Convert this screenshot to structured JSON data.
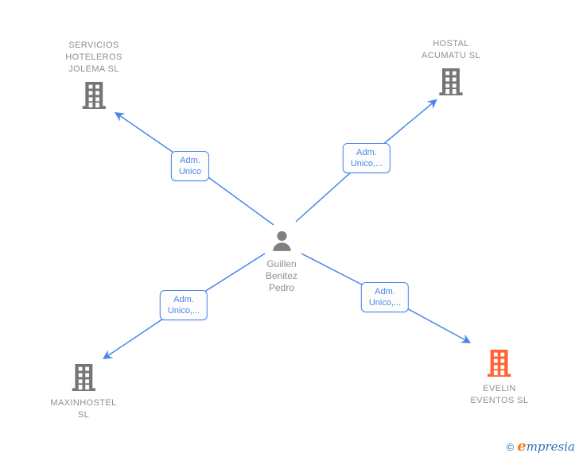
{
  "colors": {
    "accent_blue": "#4a86e8",
    "node_text_gray": "#8f8f8f",
    "building_icon_gray": "#757575",
    "highlight_building_orange": "#ff6233",
    "logo_blue": "#2a72b5",
    "logo_orange": "#f47c20",
    "background": "#ffffff"
  },
  "center_person": {
    "name": "Guillen Benitez Pedro",
    "lines": [
      "Guillen",
      "Benitez",
      "Pedro"
    ]
  },
  "companies": {
    "top_left": {
      "name": "SERVICIOS HOTELEROS JOLEMA SL",
      "lines": [
        "SERVICIOS",
        "HOTELEROS",
        "JOLEMA SL"
      ]
    },
    "top_right": {
      "name": "HOSTAL ACUMATU SL",
      "lines": [
        "HOSTAL",
        "ACUMATU SL"
      ]
    },
    "bottom_left": {
      "name": "MAXINHOSTEL SL",
      "lines": [
        "MAXINHOSTEL",
        "SL"
      ]
    },
    "bottom_right": {
      "name": "EVELIN EVENTOS SL",
      "lines": [
        "EVELIN",
        "EVENTOS SL"
      ]
    }
  },
  "edge_labels": {
    "top_left": {
      "lines": [
        "Adm.",
        "Unico"
      ]
    },
    "top_right": {
      "lines": [
        "Adm.",
        "Unico,..."
      ]
    },
    "bottom_left": {
      "lines": [
        "Adm.",
        "Unico,..."
      ]
    },
    "bottom_right": {
      "lines": [
        "Adm.",
        "Unico,..."
      ]
    }
  },
  "footer": {
    "copyright": "©",
    "brand_first_letter": "e",
    "brand_rest": "mpresia"
  }
}
